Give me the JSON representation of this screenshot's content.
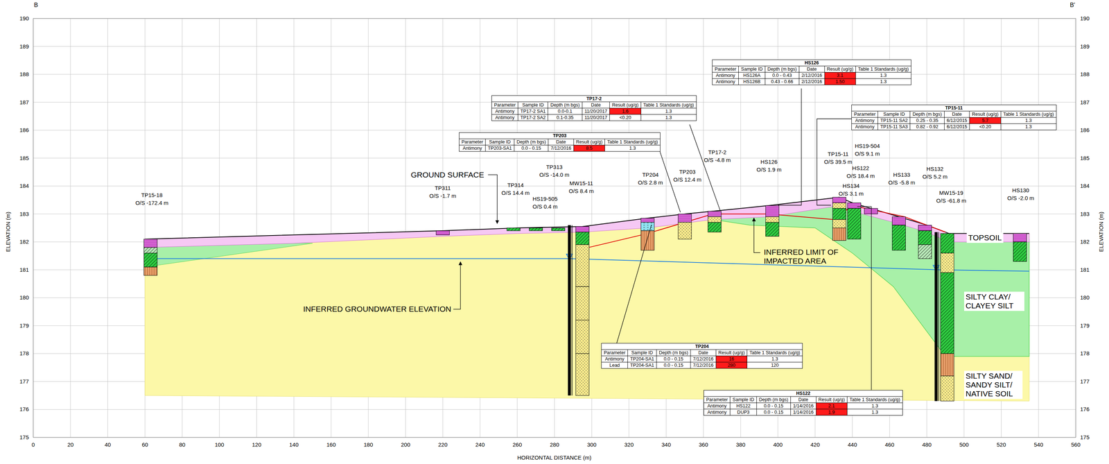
{
  "diagram": {
    "nodes": [
      {
        "text": [
          "HS126",
          "Parameter",
          "Sample ID",
          "Depth (m bgs)",
          "Date",
          "Result (ug/g)",
          "Table 1 Standards (ug/g)",
          "Antimony",
          "HS126A",
          "0.0 - 0.43",
          "2/12/2016",
          "3.1",
          "1.3",
          "Antimony",
          "HS126B",
          "0.43 - 0.66",
          "2/12/2016",
          "1.50",
          "1.3"
        ]
      },
      {
        "text": [
          "TP17-2",
          "Parameter",
          "Sample ID",
          "Depth (m bgs)",
          "Date",
          "Result (ug/g)",
          "Table 1 Standards (ug/g)",
          "Antimony",
          "TP17-2 SA1",
          "0.0-0.1",
          "11/20/2017",
          "1.6",
          "1.3",
          "Antimony",
          "TP17-2 SA2",
          "0.1-0.35",
          "11/20/2017",
          "<0.20",
          "1.3"
        ]
      },
      {
        "text": [
          "TP15-11",
          "Parameter",
          "Sample ID",
          "Depth (m bgs)",
          "Date",
          "Result (ug/g)",
          "Table 1 Standards (ug/g)",
          "Antimony",
          "TP15-11 SA2",
          "0.25 - 0.35",
          "6/12/2015",
          "5.7",
          "1.3",
          "Antimony",
          "TP15-11 SA3",
          "0.82 - 0.92",
          "6/12/2015",
          "<0.20",
          "1.3"
        ]
      },
      {
        "text": [
          "TP203",
          "Parameter",
          "Sample ID",
          "Depth (m bgs)",
          "Date",
          "Result (ug/g)",
          "Table 1 Standards (ug/g)",
          "Antimony",
          "TP203-SA1",
          "0.0 - 0.15",
          "7/12/2016",
          "8.5",
          "1.3"
        ]
      },
      {
        "text": [
          "TP204",
          "Parameter",
          "Sample ID",
          "Depth (m bgs)",
          "Date",
          "Result (ug/g)",
          "Table 1 Standards (ug/g)",
          "Antimony",
          "TP204-SA1",
          "0.0 - 0.15",
          "7/12/2016",
          "16",
          "1.3",
          "Lead",
          "TP204-SA1",
          "0.0 - 0.15",
          "7/12/2016",
          "280",
          "120"
        ]
      },
      {
        "text": [
          "HS122",
          "Parameter",
          "Sample ID",
          "Depth (m bgs)",
          "Date",
          "Result (ug/g)",
          "Table 1 Standards (ug/g)",
          "Antimony",
          "HS122",
          "0.0 - 0.15",
          "1/14/2016",
          "2.1",
          "1.3",
          "Antimony",
          "DUP3",
          "0.0 - 0.15",
          "1/14/2016",
          "1.9",
          "1.3"
        ]
      }
    ],
    "labels": [
      "B",
      "B'",
      "190",
      "189",
      "188",
      "187",
      "186",
      "185",
      "184",
      "183",
      "182",
      "181",
      "180",
      "179",
      "178",
      "177",
      "176",
      "175",
      "190",
      "189",
      "188",
      "187",
      "186",
      "185",
      "184",
      "183",
      "182",
      "181",
      "180",
      "179",
      "178",
      "177",
      "176",
      "175",
      "0",
      "20",
      "40",
      "60",
      "80",
      "100",
      "120",
      "140",
      "160",
      "180",
      "200",
      "220",
      "240",
      "260",
      "280",
      "300",
      "320",
      "340",
      "360",
      "380",
      "400",
      "420",
      "440",
      "460",
      "480",
      "500",
      "520",
      "540",
      "560",
      "ELEVATION (m)",
      "ELEVATION (m)",
      "HORIZONTAL DISTANCE (m)",
      "TP15-18",
      "O/S -172.4 m",
      "TP311",
      "O/S -1.7 m",
      "TP314",
      "O/S 14.4 m",
      "TP313",
      "O/S -14.0 m",
      "HS19-505",
      "O/S 0.4 m",
      "MW15-11",
      "O/S 8.4 m",
      "TP204",
      "O/S 2.8 m",
      "TP203",
      "O/S 12.4 m",
      "TP17-2",
      "O/S -4.8 m",
      "HS126",
      "O/S 1.9 m",
      "TP15-11",
      "O/S 39.5 m",
      "HS19-504",
      "O/S 9.1 m",
      "HS122",
      "O/S 18.4 m",
      "HS134",
      "O/S 3.1 m",
      "HS133",
      "O/S -5.8 m",
      "HS132",
      "O/S 5.2 m",
      "MW15-19",
      "O/S -61.8 m",
      "HS130",
      "O/S -2.0 m",
      "GROUND SURFACE",
      "INFERRED GROUNDWATER ELEVATION",
      "INFERRED LIMIT OF IMPACTED AREA",
      "TOPSOIL",
      "SILTY CLAY/ CLAYEY SILT",
      "SILTY SAND/ SANDY SILT/ NATIVE SOIL"
    ]
  }
}
